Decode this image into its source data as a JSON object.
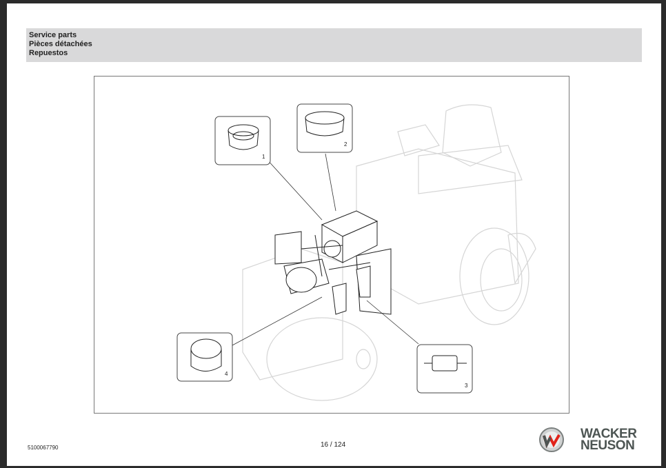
{
  "header": {
    "lines": [
      "Service parts",
      "Pièces détachées",
      "Repuestos"
    ]
  },
  "figure": {
    "callouts": [
      "1",
      "2",
      "3",
      "4"
    ]
  },
  "footer": {
    "doc_number": "5100067790",
    "page": "16 / 124",
    "brand_line1": "WACKER",
    "brand_line2": "NEUSON"
  },
  "colors": {
    "header_bg": "#d9d9da",
    "brand_red": "#e2231a",
    "brand_gray": "#4d5553"
  }
}
